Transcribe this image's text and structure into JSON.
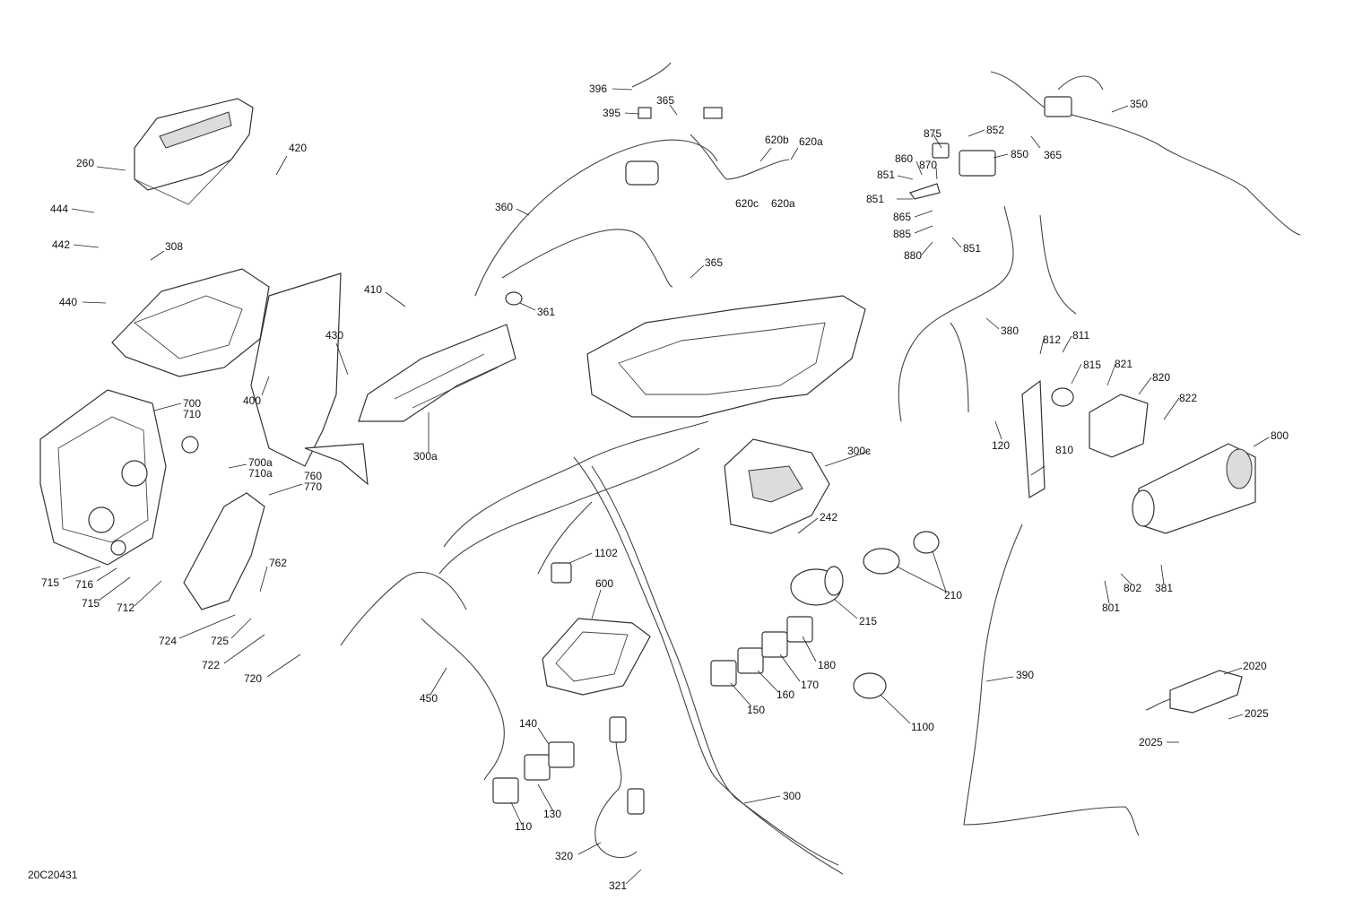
{
  "figure_code": "20C20431",
  "callouts": [
    "396",
    "395",
    "365",
    "620b",
    "620a",
    "620c",
    "620a",
    "260",
    "420",
    "444",
    "442",
    "308",
    "440",
    "360",
    "365",
    "361",
    "410",
    "430",
    "400",
    "300a",
    "350",
    "875",
    "852",
    "850",
    "365",
    "860",
    "870",
    "851",
    "851",
    "865",
    "885",
    "851",
    "880",
    "380",
    "812",
    "811",
    "815",
    "821",
    "820",
    "822",
    "120",
    "810",
    "800",
    "700",
    "710",
    "700a",
    "710a",
    "760",
    "770",
    "762",
    "300c",
    "242",
    "715",
    "716",
    "715",
    "712",
    "724",
    "725",
    "722",
    "720",
    "1102",
    "600",
    "210",
    "215",
    "180",
    "170",
    "160",
    "150",
    "1100",
    "802",
    "381",
    "801",
    "390",
    "2020",
    "2025",
    "2025",
    "140",
    "130",
    "110",
    "450",
    "300",
    "320",
    "321"
  ]
}
